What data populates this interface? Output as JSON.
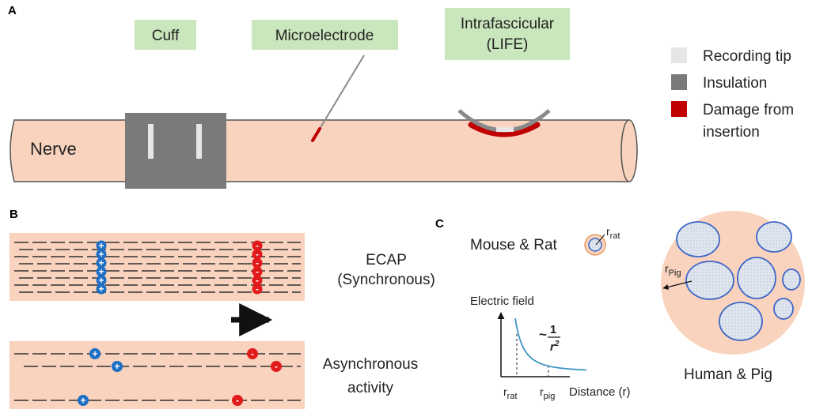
{
  "colors": {
    "nerve": "#f9d3bd",
    "nerve_stroke": "#555555",
    "label_box": "#c9e6bd",
    "insulation": "#7a7a7a",
    "recording_tip": "#e6e6e6",
    "damage": "#c00000",
    "positive": "#1f6fc4",
    "negative": "#e11b1b",
    "fascicle_fill": "#dfe5ef",
    "fascicle_stroke": "#3d66c7",
    "curve": "#3e94c4"
  },
  "panel_a": {
    "label": "A",
    "nerve_label": "Nerve",
    "electrodes": [
      {
        "name": "cuff",
        "line1": "Cuff",
        "line2": ""
      },
      {
        "name": "microelectrode",
        "line1": "Microelectrode",
        "line2": ""
      },
      {
        "name": "intrafascicular",
        "line1": "Intrafascicular",
        "line2": "(LIFE)"
      }
    ],
    "legend": [
      {
        "name": "recording-tip",
        "color_key": "recording_tip",
        "line1": "Recording tip",
        "line2": ""
      },
      {
        "name": "insulation",
        "color_key": "insulation",
        "line1": "Insulation",
        "line2": ""
      },
      {
        "name": "damage",
        "color_key": "damage",
        "line1": "Damage from",
        "line2": "insertion"
      }
    ]
  },
  "panel_b": {
    "label": "B",
    "ecap_line1": "ECAP",
    "ecap_line2": "(Synchronous)",
    "async_line1": "Asynchronous",
    "async_line2": "activity",
    "plus": "+",
    "minus": "-"
  },
  "panel_c": {
    "label": "C",
    "mouse_rat": "Mouse & Rat",
    "human_pig": "Human & Pig",
    "r_rat_main": "r",
    "r_rat_sub": "rat",
    "r_pig_main": "r",
    "r_pig_sub": "Pig",
    "ylabel": "Electric field",
    "xlabel": "Distance (r)",
    "tick_rat_main": "r",
    "tick_rat_sub": "rat",
    "tick_pig_main": "r",
    "tick_pig_sub": "pig",
    "formula_tilde": "~",
    "formula_num": "1",
    "formula_den": "r",
    "formula_exp": "2"
  }
}
